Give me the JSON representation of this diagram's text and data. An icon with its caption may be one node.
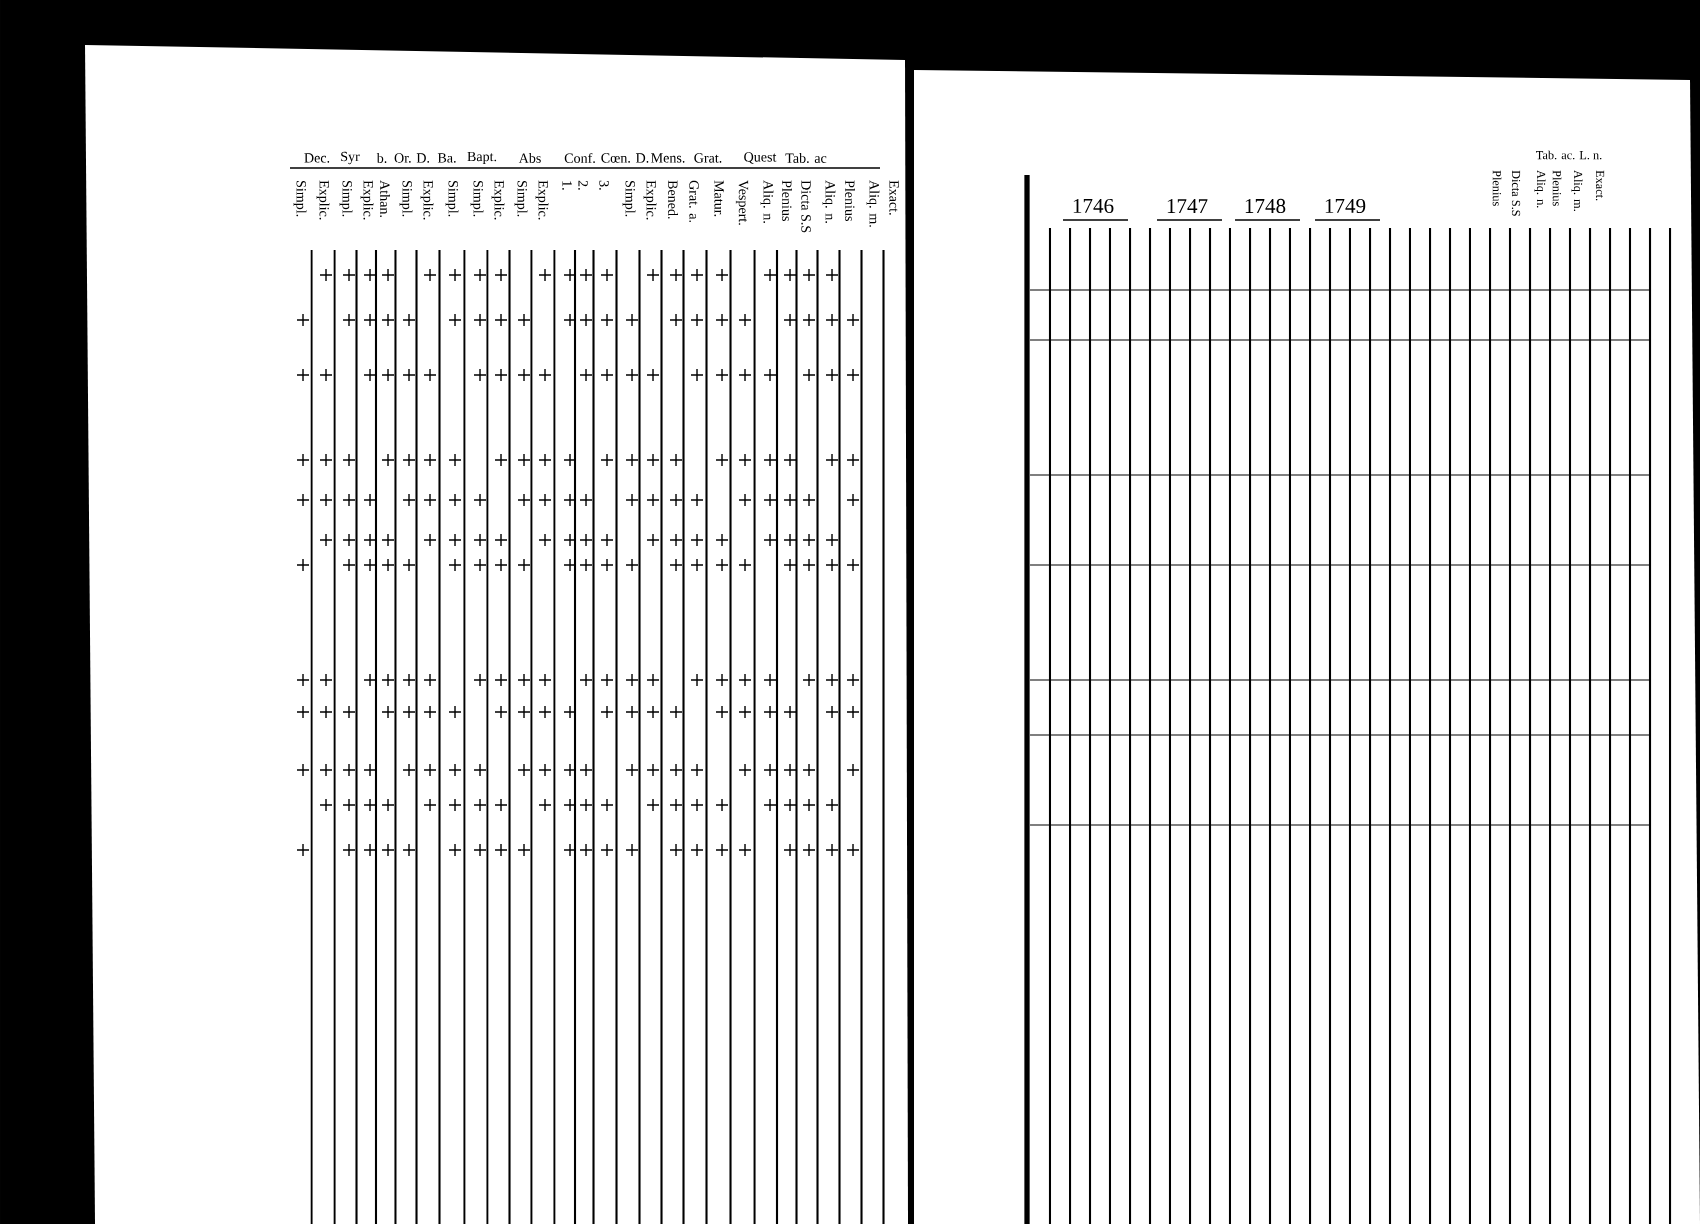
{
  "diagram": {
    "labels": [
      "Dec.",
      "Syr",
      "b.",
      "Or. D.",
      "Ba.",
      "Bapt.",
      "Abs",
      "Conf.",
      "Cœn. D.",
      "Mens.",
      "Grat.",
      "Quest",
      "Tab. ac",
      "Simpl.",
      "Explic.",
      "Simpl.",
      "Explic.",
      "Athan.",
      "Simpl.",
      "Explic.",
      "Simpl.",
      "Simpl.",
      "Explic.",
      "Simpl.",
      "Explic.",
      "1.",
      "2.",
      "3.",
      "Simpl.",
      "Explic.",
      "Bened.",
      "Grat. a.",
      "Matur.",
      "Vespert.",
      "Aliq. n.",
      "Plenius",
      "Dicta S.S",
      "Aliq. n.",
      "Plenius",
      "Aliq. m.",
      "Exact.",
      "1746",
      "1747",
      "1748",
      "1749",
      "Tab. ac. L. n.",
      "Plenius",
      "Dicta S.S",
      "Aliq. n.",
      "Plenius",
      "Aliq. m.",
      "Exact."
    ]
  }
}
